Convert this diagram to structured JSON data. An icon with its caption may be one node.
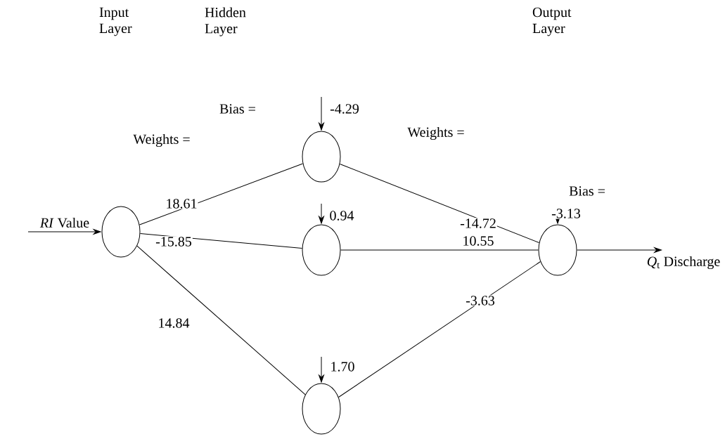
{
  "diagram": {
    "nodes": [
      {
        "text": [],
        "shape": "ellipse"
      },
      {
        "text": [],
        "shape": "ellipse"
      },
      {
        "text": [],
        "shape": "ellipse"
      },
      {
        "text": [],
        "shape": "ellipse"
      },
      {
        "text": [],
        "shape": "ellipse"
      }
    ],
    "edges": [
      {
        "from": null,
        "to": 0,
        "arrow": "to",
        "label": "*RI* Value"
      },
      {
        "from": 0,
        "to": 1,
        "arrow": "none",
        "label": "18.61"
      },
      {
        "from": 0,
        "to": 2,
        "arrow": "none",
        "label": "-15.85"
      },
      {
        "from": 0,
        "to": 3,
        "arrow": "none",
        "label": "14.84"
      },
      {
        "from": 1,
        "to": 4,
        "arrow": "none",
        "label": "-14.72"
      },
      {
        "from": 2,
        "to": 4,
        "arrow": "none",
        "label": "10.55"
      },
      {
        "from": 3,
        "to": 4,
        "arrow": "none",
        "label": "-3.63"
      },
      {
        "from": 4,
        "to": null,
        "arrow": "to",
        "label": "*Q*$_{t}$ Discharge"
      },
      {
        "from": null,
        "to": 1,
        "arrow": "to",
        "label": "-4.29"
      },
      {
        "from": null,
        "to": 2,
        "arrow": "to",
        "label": "0.94"
      },
      {
        "from": null,
        "to": 3,
        "arrow": "to",
        "label": "1.70"
      },
      {
        "from": null,
        "to": 4,
        "arrow": "to",
        "label": "-3.13"
      }
    ],
    "labels": [
      "Input Layer",
      "Hidden Layer",
      "Output Layer",
      "Bias =",
      "Weights =",
      "Weights =",
      "Bias ="
    ]
  }
}
